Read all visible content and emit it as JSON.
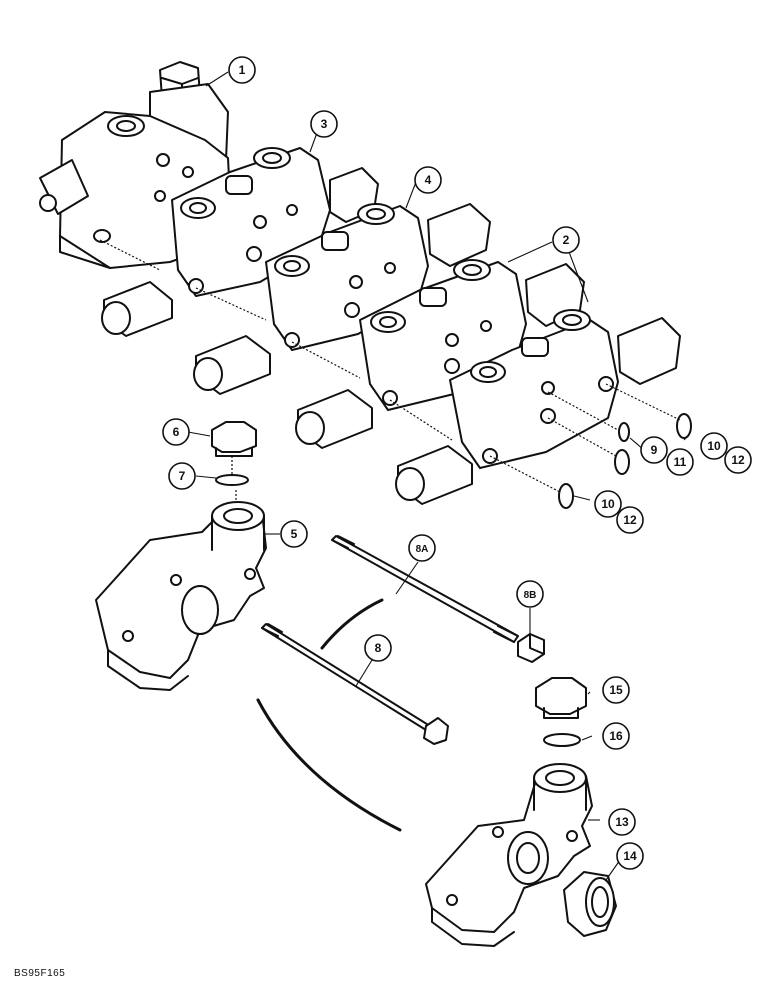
{
  "figure": {
    "code": "BS95F165",
    "callouts": [
      {
        "id": "c1",
        "label": "1"
      },
      {
        "id": "c2",
        "label": "2"
      },
      {
        "id": "c3",
        "label": "3"
      },
      {
        "id": "c4",
        "label": "4"
      },
      {
        "id": "c5",
        "label": "5"
      },
      {
        "id": "c6",
        "label": "6"
      },
      {
        "id": "c7",
        "label": "7"
      },
      {
        "id": "c8",
        "label": "8"
      },
      {
        "id": "c8a",
        "label": "8A"
      },
      {
        "id": "c8b",
        "label": "8B"
      },
      {
        "id": "c9",
        "label": "9"
      },
      {
        "id": "c10a",
        "label": "10"
      },
      {
        "id": "c10b",
        "label": "10"
      },
      {
        "id": "c11",
        "label": "11"
      },
      {
        "id": "c12a",
        "label": "12"
      },
      {
        "id": "c12b",
        "label": "12"
      },
      {
        "id": "c13",
        "label": "13"
      },
      {
        "id": "c14",
        "label": "14"
      },
      {
        "id": "c15",
        "label": "15"
      },
      {
        "id": "c16",
        "label": "16"
      }
    ]
  }
}
